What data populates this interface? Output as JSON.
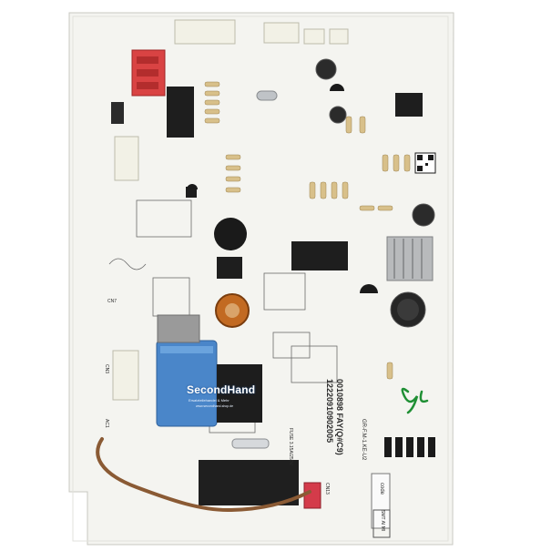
{
  "image": {
    "subject": "air conditioner indoor unit control board (PCB)",
    "background_color": "#ffffff",
    "board_color": "#f4f4f0",
    "silkscreen_color": "#2a2a2a"
  },
  "board_text": {
    "part_number_1": "0010898 FAY(Q#C9)",
    "part_number_2": "12220910902005",
    "model_code": "GR-F.M-1.KE-U2",
    "code_label": "code",
    "smt_label": "SMT AI MI",
    "fuse_label": "FUSE 3.15A/250V",
    "cn3_label": "CN3",
    "cn7_label": "CN7",
    "cn13_label": "CN13",
    "ac_label": "AC1",
    "handwriting": "gu"
  },
  "watermark": {
    "title": "SecondHand",
    "subtitle": "Ersatzteilehandel & Mehr",
    "website": "www.secondhand-shop.de"
  }
}
